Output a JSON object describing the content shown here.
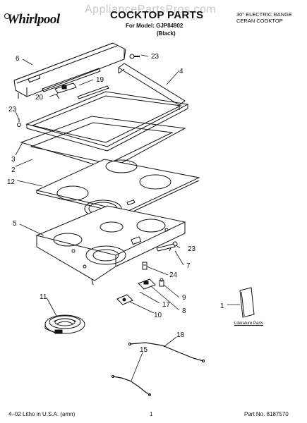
{
  "header": {
    "brand": "Whirlpool",
    "watermark": "AppliancePartsPros.com",
    "title": "COCKTOP PARTS",
    "model_line": "For Model: GJP84902",
    "color_line": "(Black)",
    "range_line1": "30\" ELECTRIC RANGE",
    "range_line2": "CERAN COOKTOP"
  },
  "callouts": {
    "c1": "1",
    "c2": "2",
    "c3": "3",
    "c4": "4",
    "c5": "5",
    "c6": "6",
    "c7": "7",
    "c8": "8",
    "c9": "9",
    "c10": "10",
    "c11": "11",
    "c12": "12",
    "c15": "15",
    "c17": "17",
    "c18": "18",
    "c19": "19",
    "c20": "20",
    "c23a": "23",
    "c23b": "23",
    "c23c": "23",
    "c24": "24"
  },
  "literature_label": "Literature Parts",
  "footer": {
    "left": "4–02 Litho in U.S.A. (amn)",
    "page": "1",
    "part_no": "Part No. 8187570"
  }
}
